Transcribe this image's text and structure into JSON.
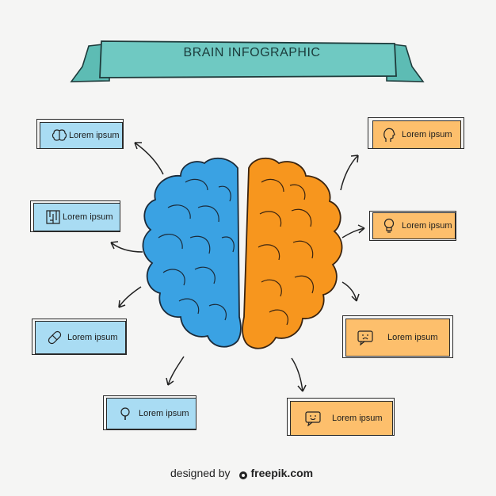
{
  "title": "BRAIN INFOGRAPHIC",
  "colors": {
    "banner": "#6fc9c2",
    "left_hemisphere": "#3aa2e3",
    "right_hemisphere": "#f7961e",
    "left_box": "#a9dcf3",
    "right_box": "#fdbf6c"
  },
  "left_items": [
    {
      "icon": "brain-icon",
      "label": "Lorem ipsum"
    },
    {
      "icon": "maze-icon",
      "label": "Lorem ipsum"
    },
    {
      "icon": "pill-icon",
      "label": "Lorem ipsum"
    },
    {
      "icon": "magnifier-icon",
      "label": "Lorem ipsum"
    }
  ],
  "right_items": [
    {
      "icon": "head-profile-icon",
      "label": "Lorem ipsum"
    },
    {
      "icon": "lightbulb-icon",
      "label": "Lorem ipsum"
    },
    {
      "icon": "sad-message-icon",
      "label": "Lorem ipsum"
    },
    {
      "icon": "smile-message-icon",
      "label": "Lorem ipsum"
    }
  ],
  "footer": {
    "prefix": "designed by",
    "brand": "freepik.com"
  }
}
